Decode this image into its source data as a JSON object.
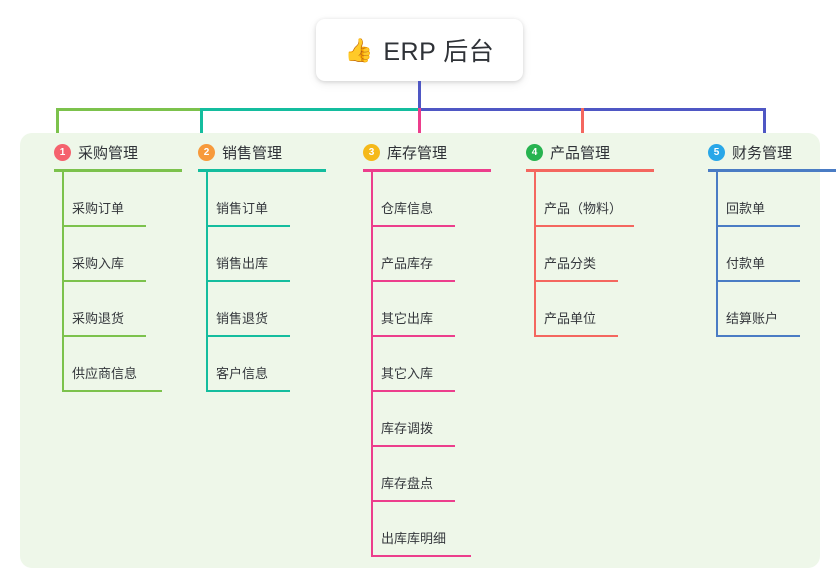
{
  "title": {
    "icon": "thumbs-up-icon",
    "glyph": "👍",
    "text": "ERP 后台"
  },
  "theme": {
    "page_bg": "#ffffff",
    "panel_bg": "#eef7e9",
    "text": "#2f3237",
    "stem": "#4f57c4"
  },
  "columns": [
    {
      "index": "1",
      "title": "采购管理",
      "badge_color": "#f5626e",
      "line_color": "#7cc24c",
      "items": [
        "采购订单",
        "采购入库",
        "采购退货",
        "供应商信息"
      ]
    },
    {
      "index": "2",
      "title": "销售管理",
      "badge_color": "#f79a3c",
      "line_color": "#14bd9e",
      "items": [
        "销售订单",
        "销售出库",
        "销售退货",
        "客户信息"
      ]
    },
    {
      "index": "3",
      "title": "库存管理",
      "badge_color": "#f5b919",
      "line_color": "#ec3e8c",
      "items": [
        "仓库信息",
        "产品库存",
        "其它出库",
        "其它入库",
        "库存调拨",
        "库存盘点",
        "出库库明细"
      ]
    },
    {
      "index": "4",
      "title": "产品管理",
      "badge_color": "#27b350",
      "line_color": "#f4675f",
      "items": [
        "产品（物料）",
        "产品分类",
        "产品单位"
      ]
    },
    {
      "index": "5",
      "title": "财务管理",
      "badge_color": "#29a7e8",
      "line_color": "#4a7cc4",
      "items": [
        "回款单",
        "付款单",
        "结算账户"
      ]
    }
  ]
}
